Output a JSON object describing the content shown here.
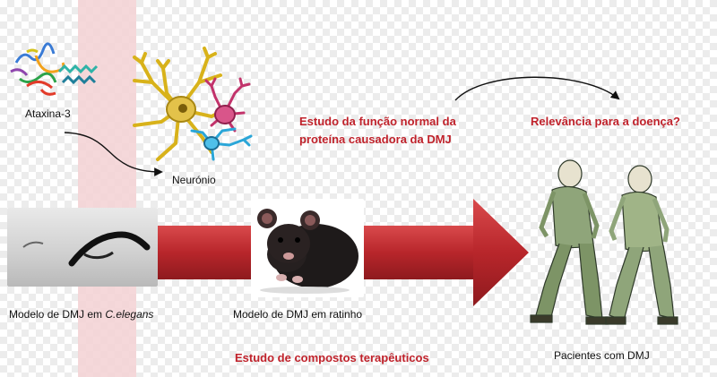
{
  "labels": {
    "ataxin": "Ataxina-3",
    "neuron": "Neurónio",
    "study_normal_line1": "Estudo da função normal da",
    "study_normal_line2": "proteína causadora da DMJ",
    "relevance": "Relevância para a doença?",
    "model_celegans_prefix": "Modelo de DMJ em ",
    "model_celegans_species": "C.elegans",
    "model_mouse": "Modelo de DMJ em ratinho",
    "patients": "Pacientes com DMJ",
    "therapeutic": "Estudo de compostos terapêuticos"
  },
  "colors": {
    "red_text": "#c0222b",
    "arrow_red": "#b8262b",
    "pink_band": "#f4d4d6"
  },
  "icons": [
    "protein-structure-icon",
    "neuron-cells-icon",
    "worm-image",
    "mouse-image",
    "patients-illustration"
  ]
}
